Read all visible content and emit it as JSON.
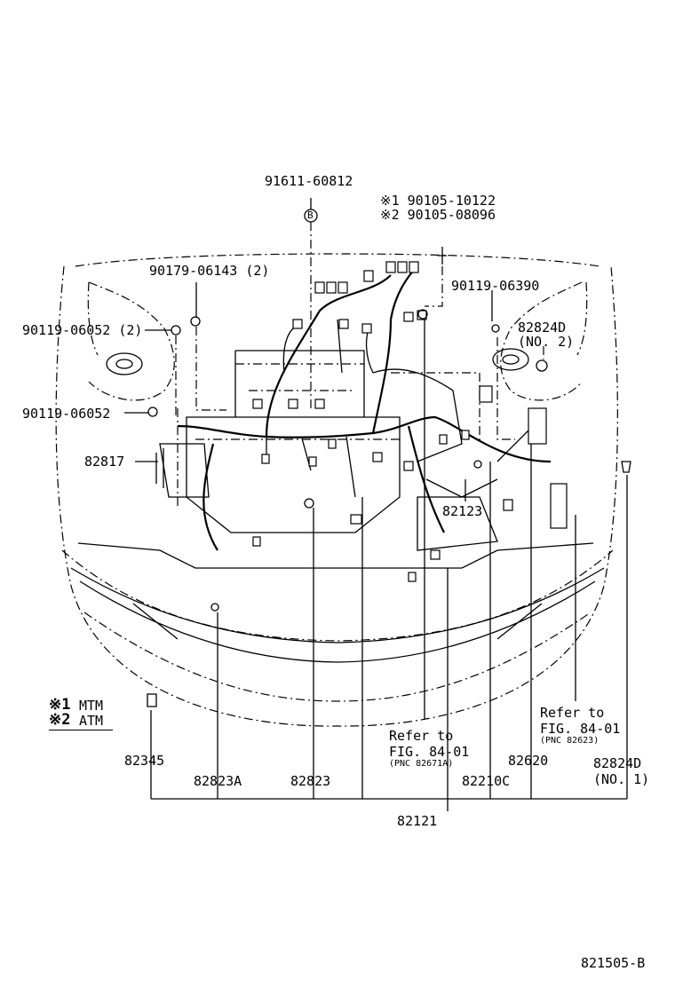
{
  "callouts": {
    "p91611": "91611-60812",
    "bolt_marker": "B",
    "x1_90105": "※1 90105-10122",
    "x2_90105": "※2 90105-08096",
    "p90179": "90179-06143 (2)",
    "p90119_06390": "90119-06390",
    "p90119_06052_2": "90119-06052 (2)",
    "p82824D_no2": "82824D",
    "no2": "(NO. 2)",
    "p90119_06052": "90119-06052",
    "p82817": "82817",
    "p82123": "82123",
    "refer_to_1": "Refer to",
    "fig_1": "FIG. 84-01",
    "pnc_1": "(PNC 82671A)",
    "refer_to_2": "Refer to",
    "fig_2": "FIG. 84-01",
    "pnc_2": "(PNC 82623)",
    "p82345": "82345",
    "p82823A": "82823A",
    "p82823": "82823",
    "p82620": "82620",
    "p82210C": "82210C",
    "p82824D_no1": "82824D",
    "no1": "(NO. 1)",
    "p82121": "82121"
  },
  "legend": {
    "m1": "※1",
    "m1_label": "MTM",
    "m2": "※2",
    "m2_label": "ATM"
  },
  "figure_code": "821505-B"
}
